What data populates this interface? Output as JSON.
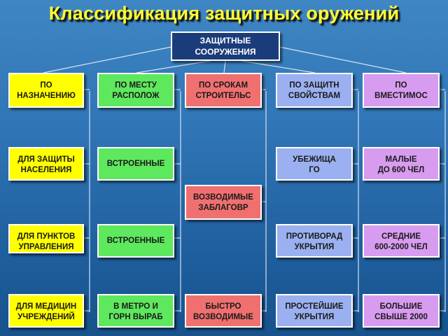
{
  "title": "Классификация защитных оружений",
  "root": {
    "label": "ЗАЩИТНЫЕ\nСООРУЖЕНИЯ"
  },
  "columns": [
    {
      "header": "ПО\nНАЗНАЧЕНИЮ",
      "items": [
        "ДЛЯ ЗАЩИТЫ\nНАСЕЛЕНИЯ",
        "ДЛЯ ПУНКТОВ\nУПРАВЛЕНИЯ",
        "ДЛЯ МЕДИЦИН\nУЧРЕЖДЕНИЙ"
      ]
    },
    {
      "header": "ПО  МЕСТУ\nРАСПОЛОЖ",
      "items": [
        "ВСТРОЕННЫЕ",
        "ВСТРОЕННЫЕ",
        "В МЕТРО И\nГОРН ВЫРАБ"
      ]
    },
    {
      "header": "ПО  СРОКАМ\nСТРОИТЕЛЬС",
      "items": [
        "ВОЗВОДИМЫЕ\nЗАБЛАГОВР",
        "БЫСТРО\nВОЗВОДИМЫЕ"
      ]
    },
    {
      "header": "ПО  ЗАЩИТН\nСВОЙСТВАМ",
      "items": [
        "УБЕЖИЩА\nГО",
        "ПРОТИВОРАД\nУКРЫТИЯ",
        "ПРОСТЕЙШИЕ\nУКРЫТИЯ"
      ]
    },
    {
      "header": "ПО\nВМЕСТИМОС",
      "items": [
        "МАЛЫЕ\nДО 600 ЧЕЛ",
        "СРЕДНИЕ\n600-2000 ЧЕЛ",
        "БОЛЬШИЕ\nСВЫШЕ 2000"
      ]
    }
  ]
}
